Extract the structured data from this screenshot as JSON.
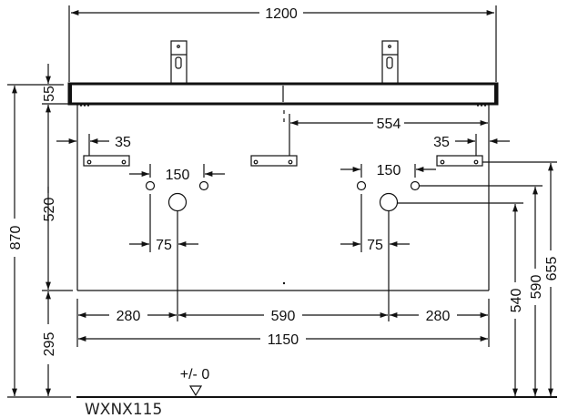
{
  "drawing": {
    "model_code": "WXNX115",
    "floor_level_label": "+/- 0",
    "colors": {
      "line": "#111111",
      "background": "#ffffff"
    },
    "dimensions": {
      "overall_width": "1200",
      "cabinet_width": "1150",
      "top_thickness": "55",
      "cabinet_height": "520",
      "plinth_clearance": "295",
      "overall_height": "870",
      "bracket_offset_left": "35",
      "bracket_offset_right": "35",
      "bracket_span": "554",
      "waste_spacing_left": "150",
      "waste_spacing_right": "150",
      "drain_offset_left": "75",
      "drain_offset_right": "75",
      "edge_to_drain_left": "280",
      "drain_to_drain": "590",
      "edge_to_drain_right": "280",
      "height_drain": "540",
      "height_supply": "590",
      "height_bracket": "655"
    }
  }
}
